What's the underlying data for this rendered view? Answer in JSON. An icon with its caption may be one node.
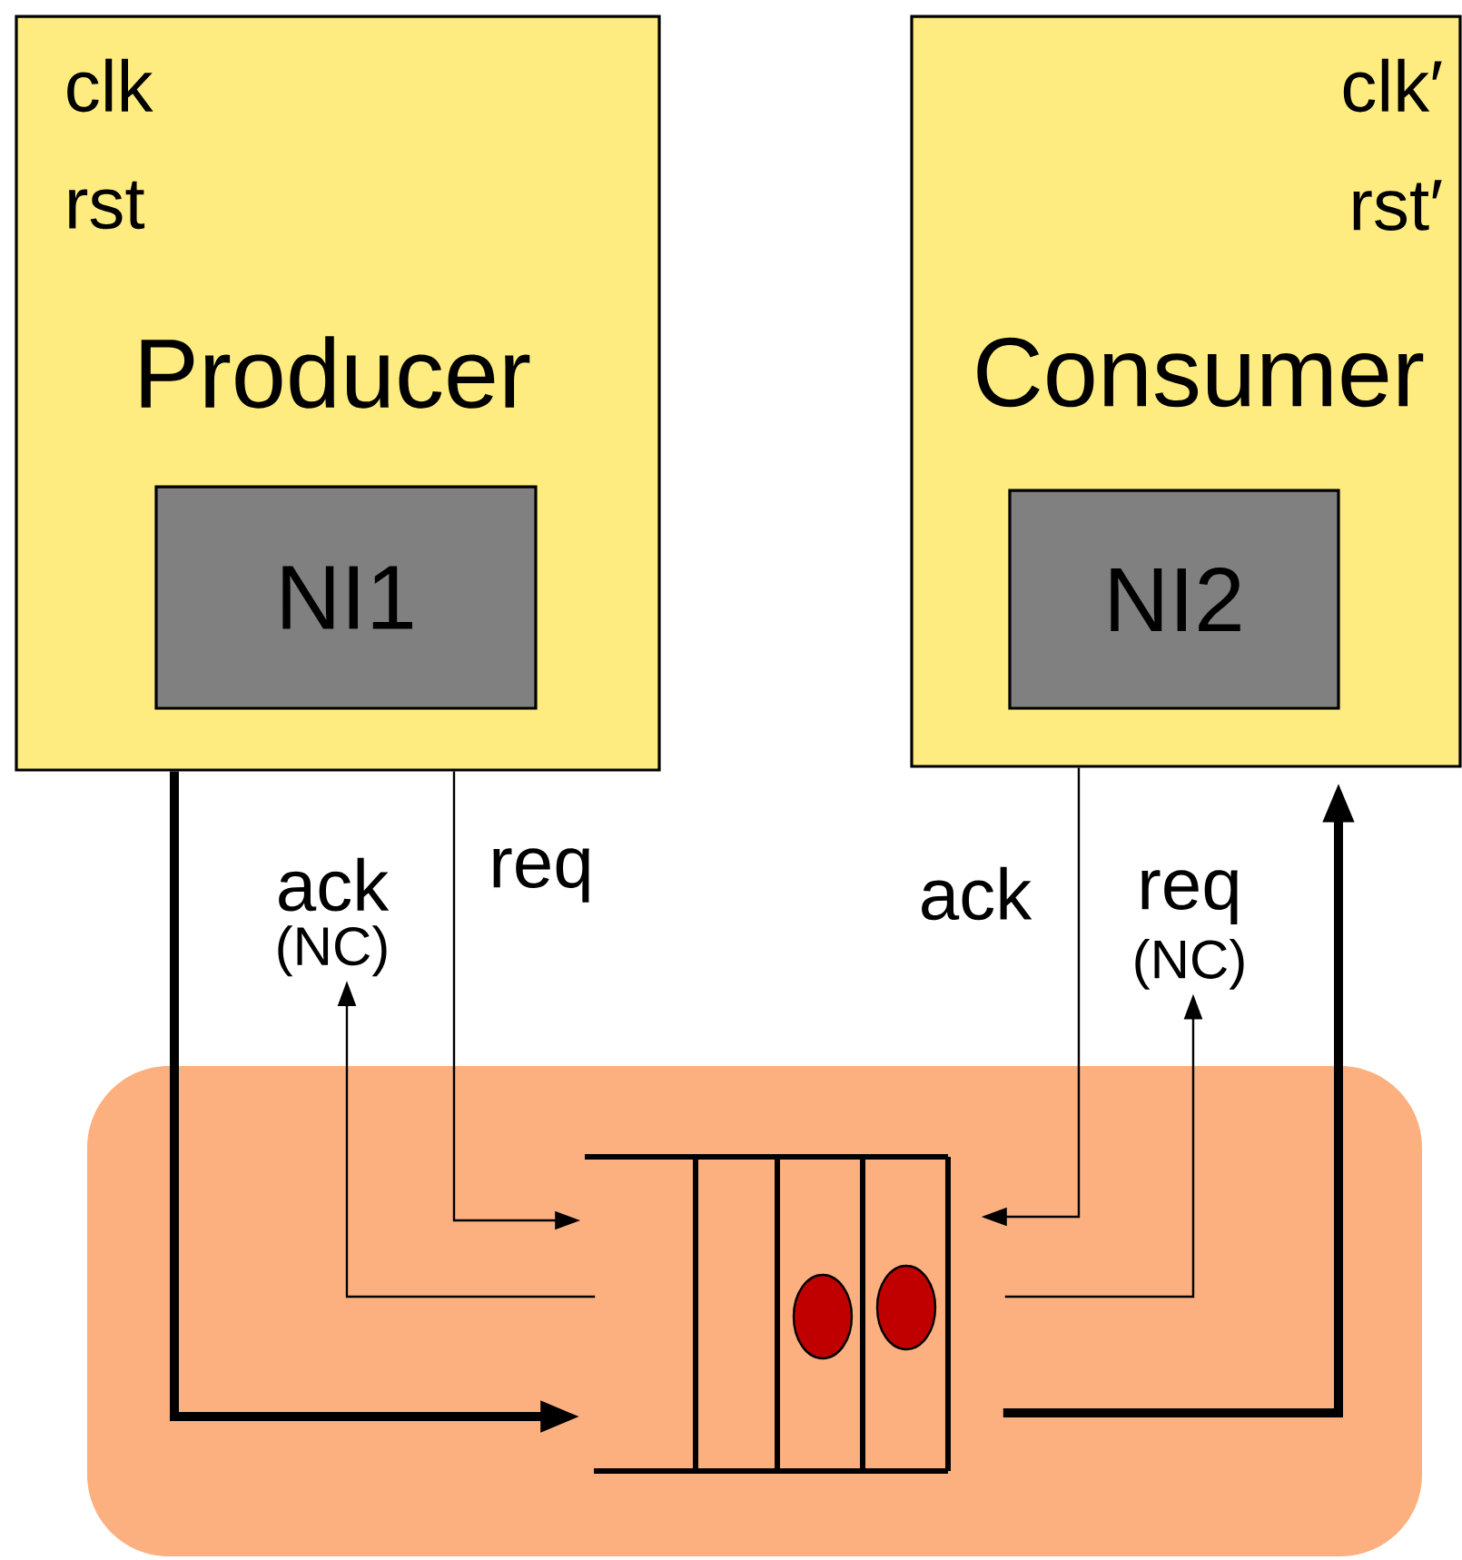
{
  "diagram": {
    "nodes": [
      {
        "text": [
          "clk",
          "rst",
          "Producer"
        ]
      },
      {
        "text": [
          "NI1"
        ],
        "in": 0
      },
      {
        "text": [
          "clk′",
          "rst′",
          "Consumer"
        ]
      },
      {
        "text": [
          "NI2"
        ],
        "in": 2
      },
      {
        "text": [],
        "shape": "box"
      },
      {
        "text": [],
        "shape": "box",
        "in": 4
      },
      {
        "text": [
          "ack",
          "(NC)"
        ]
      },
      {
        "text": [
          "req",
          "(NC)"
        ]
      }
    ],
    "edges": [
      {
        "from": 0,
        "to": 5,
        "arrow": "to",
        "style": "thick"
      },
      {
        "from": 0,
        "to": 5,
        "arrow": "to",
        "label": "req"
      },
      {
        "from": 5,
        "to": 6,
        "arrow": "to"
      },
      {
        "from": 2,
        "to": 5,
        "arrow": "to",
        "label": "ack"
      },
      {
        "from": 5,
        "to": 7,
        "arrow": "to"
      },
      {
        "from": 5,
        "to": 2,
        "arrow": "to",
        "style": "thick"
      }
    ]
  }
}
